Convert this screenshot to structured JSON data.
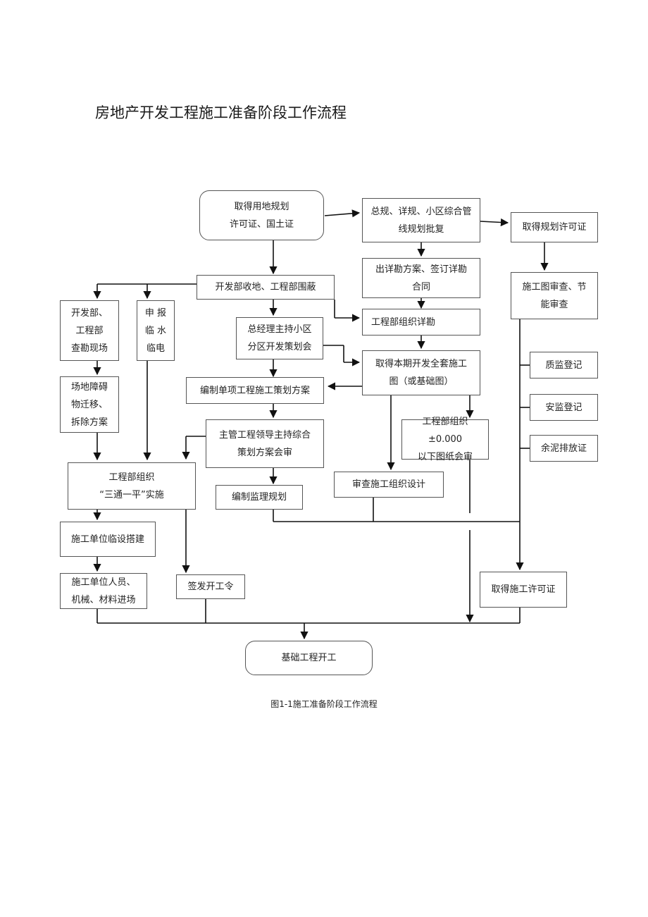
{
  "title": "房地产开发工程施工准备阶段工作流程",
  "caption": "图1-1施工准备阶段工作流程",
  "flowchart": {
    "nodes": {
      "land_permit": "取得用地规划\n许可证、国土证",
      "master_plan": "总规、详规、小区综合管\n线规划批复",
      "plan_permit": "取得规划许可证",
      "survey_plan": "出详勘方案、签订详勘\n合同",
      "construction_review": "施工图审查、节\n能审查",
      "land_acquire": "开发部收地、工程部围蔽",
      "site_survey": "开发部、\n工程部\n查勘现场",
      "utilities_apply": "申  报\n临  水\n临电",
      "survey_org": "工程部组织详勘",
      "gm_meeting": "总经理主持小区\n分区开发策划会",
      "full_drawings": "取得本期开发全套施工\n图（或基础图）",
      "quality_reg": "质监登记",
      "obstacle_removal": "场地障碍\n物迁移、\n拆除方案",
      "single_plan": "编制单项工程施工策划方案",
      "safety_reg": "安监登记",
      "leader_review": "主管工程领导主持综合\n策划方案会审",
      "drawing_review": "工程部组织±0.000\n以下图纸会审",
      "mud_permit": "余泥排放证",
      "three_one": "工程部组织\n“三通一平”实施",
      "org_design_review": "审查施工组织设计",
      "supervision_plan": "编制监理规划",
      "temp_facilities": "施工单位临设搭建",
      "personnel_entry": "施工单位人员、\n机械、材料进场",
      "start_order": "签发开工令",
      "build_permit": "取得施工许可证",
      "foundation_start": "基础工程开工"
    }
  }
}
